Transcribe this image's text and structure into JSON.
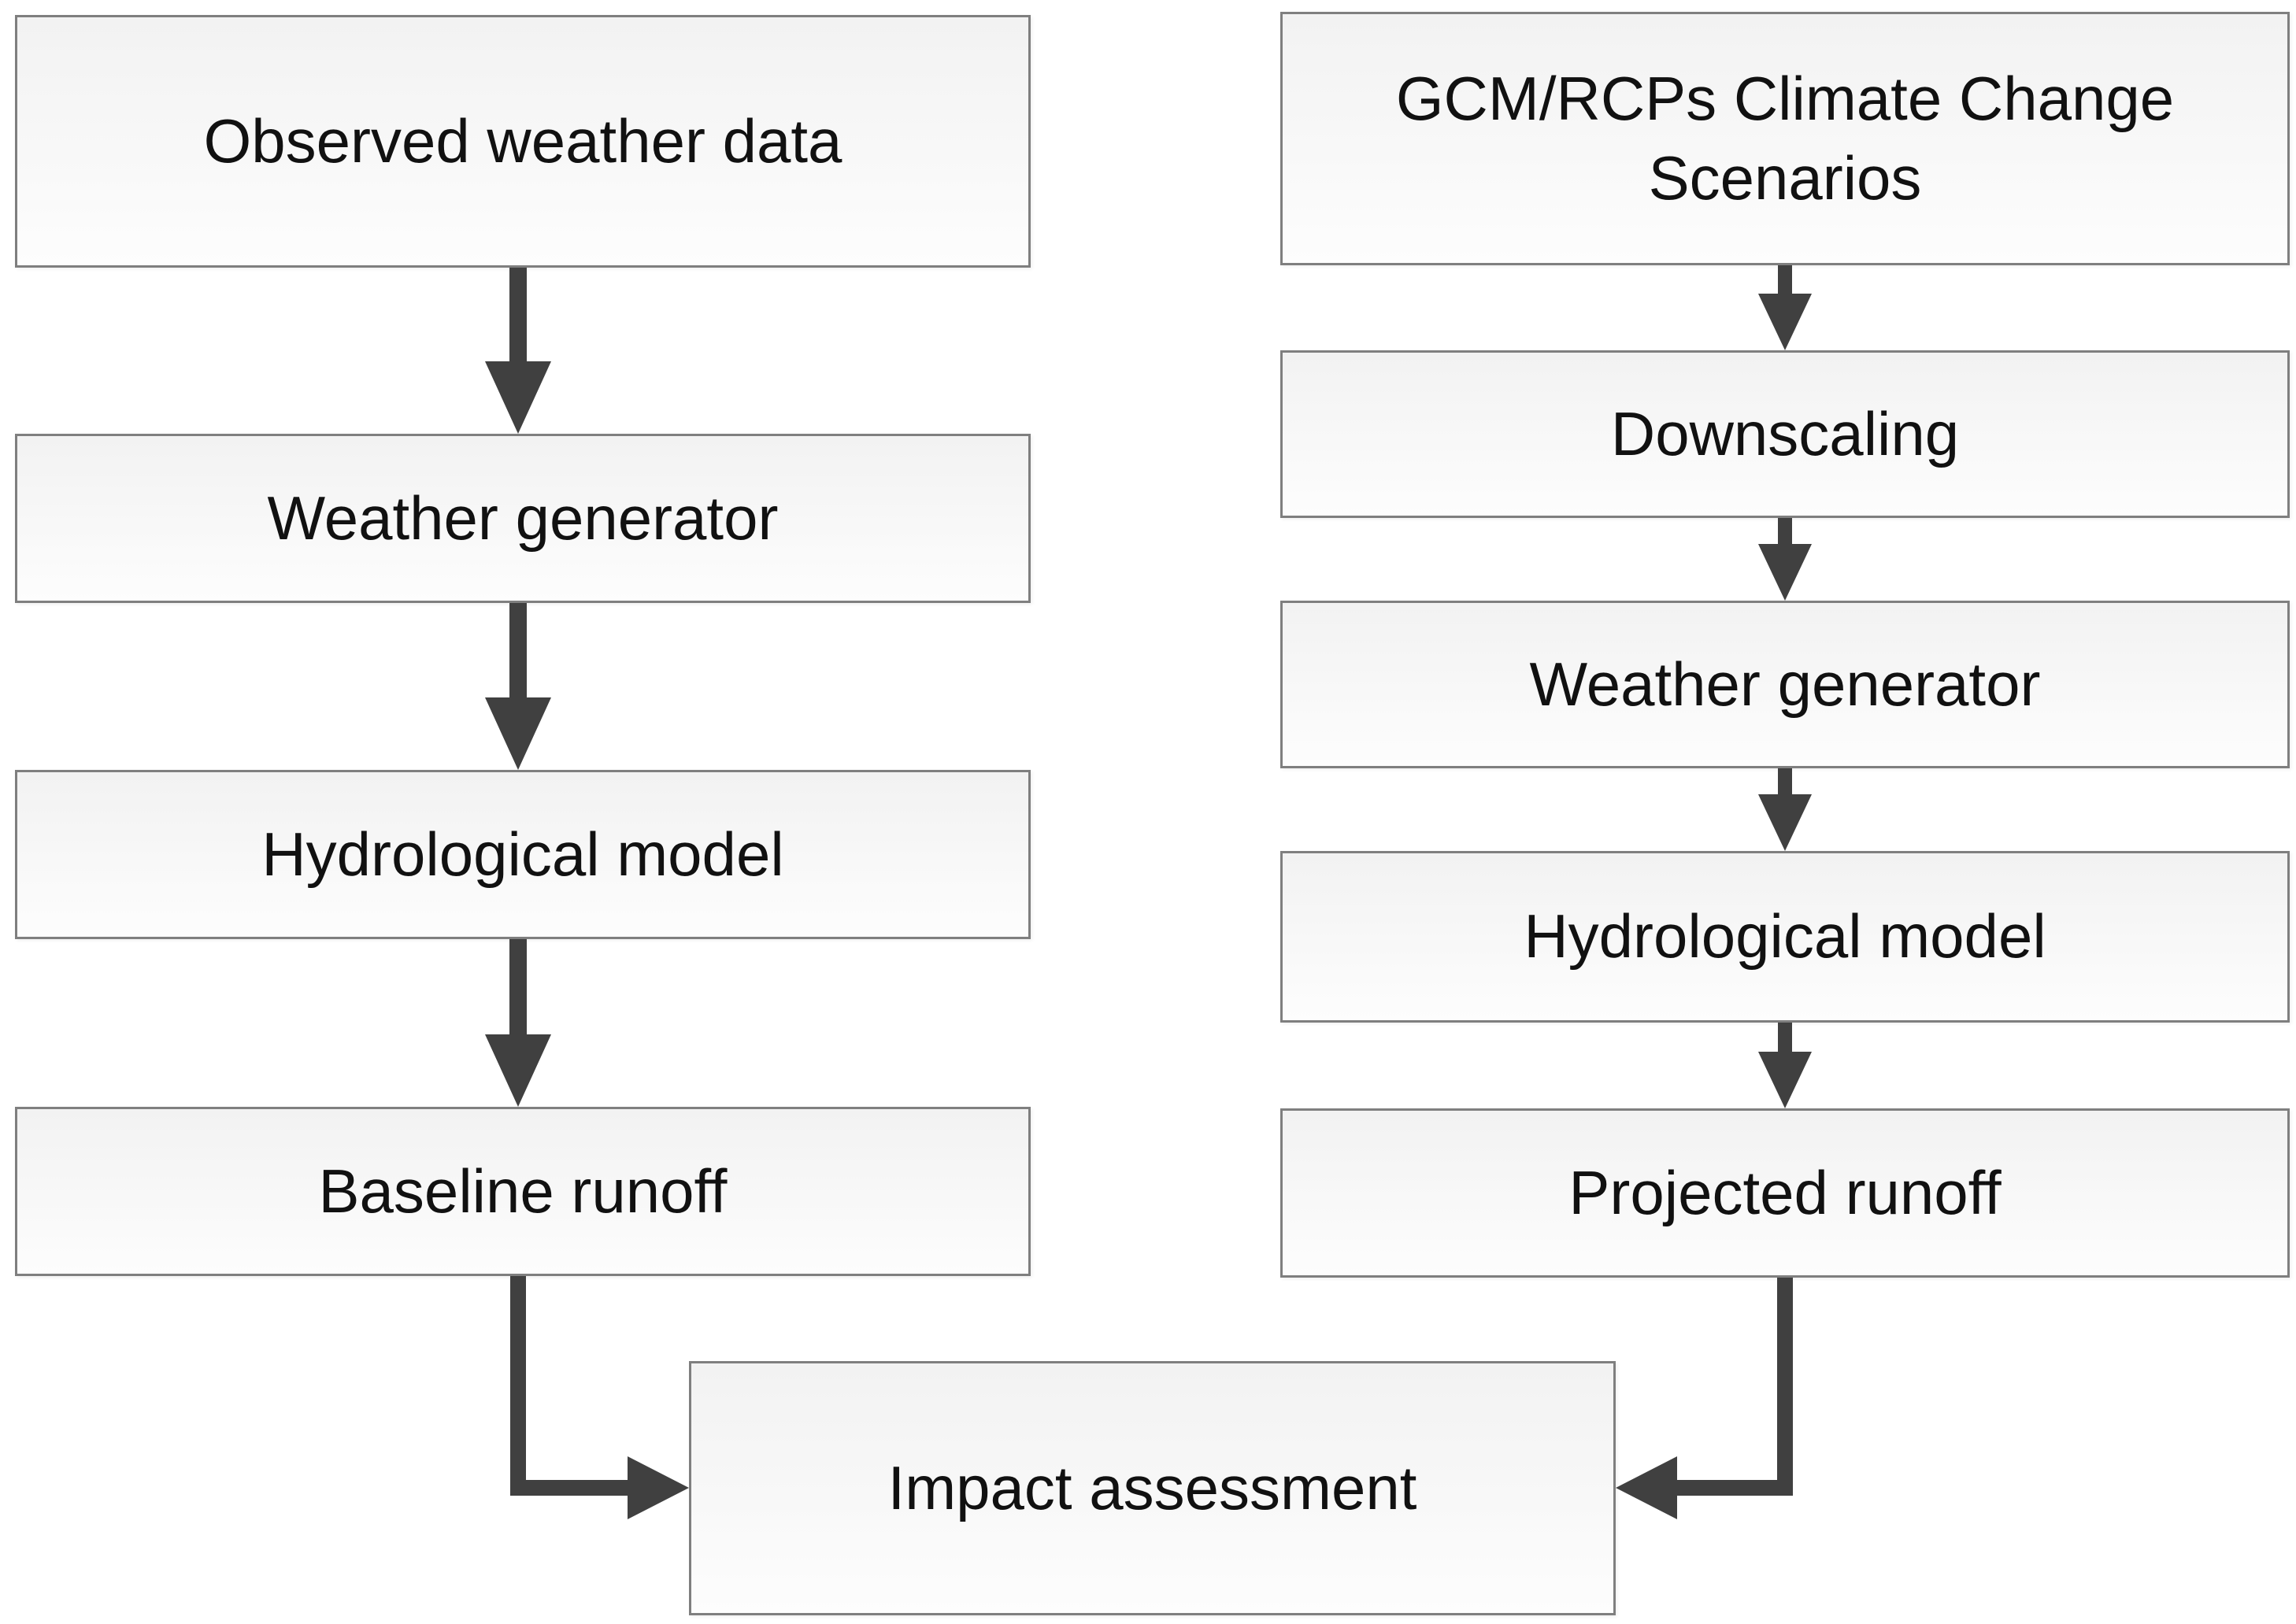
{
  "diagram": {
    "title": "",
    "columns": {
      "baseline": {
        "name": "baseline-path",
        "nodes": [
          {
            "label": "Observed weather data"
          },
          {
            "label": "Weather generator"
          },
          {
            "label": "Hydrological model"
          },
          {
            "label": "Baseline runoff"
          }
        ]
      },
      "projection": {
        "name": "projection-path",
        "nodes": [
          {
            "label": "GCM/RCPs Climate Change Scenarios"
          },
          {
            "label": "Downscaling"
          },
          {
            "label": "Weather generator"
          },
          {
            "label": "Hydrological model"
          },
          {
            "label": "Projected runoff"
          }
        ]
      }
    },
    "merge": {
      "label": "Impact assessment"
    },
    "colors": {
      "arrow": "#404040",
      "box_border": "#7f7f7f",
      "box_fill_top": "#f2f2f2",
      "box_fill_bottom": "#fdfdfd",
      "text": "#111111",
      "background": "#ffffff"
    }
  }
}
